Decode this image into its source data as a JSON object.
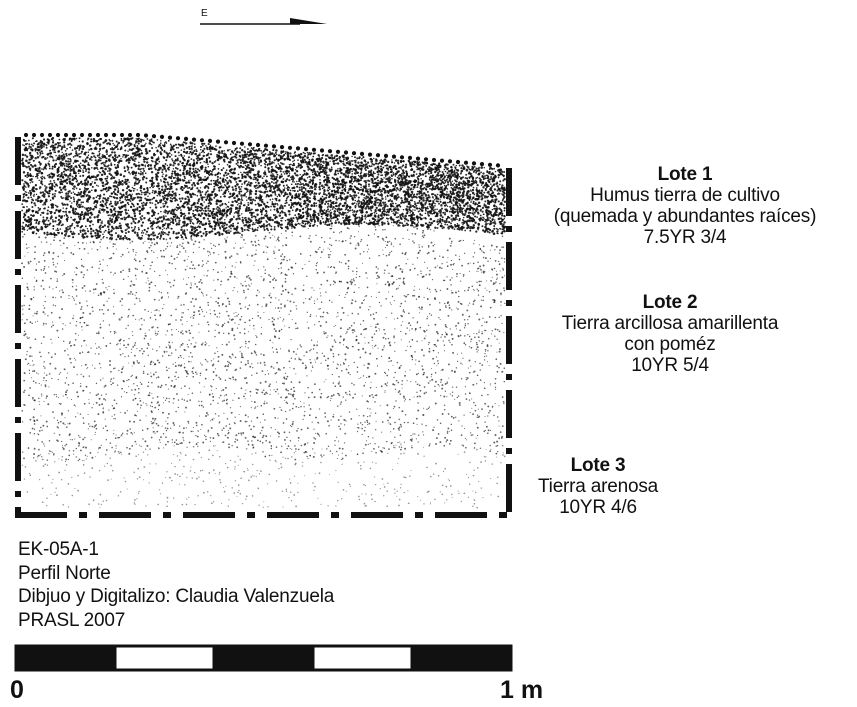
{
  "orientation": {
    "letter": "E"
  },
  "layers": [
    {
      "title": "Lote 1",
      "lines": [
        "Humus tierra de cultivo",
        "(quemada y abundantes raíces)",
        "7.5YR 3/4"
      ]
    },
    {
      "title": "Lote 2",
      "lines": [
        "Tierra arcillosa amarillenta",
        "con poméz",
        "10YR 5/4"
      ]
    },
    {
      "title": "Lote 3",
      "lines": [
        "Tierra arenosa",
        "10YR 4/6"
      ]
    }
  ],
  "caption": {
    "unit_code": "EK-05A-1",
    "profile": "Perfil Norte",
    "credit": "Dibjuo y Digitalizo: Claudia Valenzuela",
    "project_year": "PRASL  2007"
  },
  "scale": {
    "start_label": "0",
    "end_label": "1 m",
    "segments": 5
  },
  "colors": {
    "ink": "#111111",
    "paper": "#ffffff"
  }
}
